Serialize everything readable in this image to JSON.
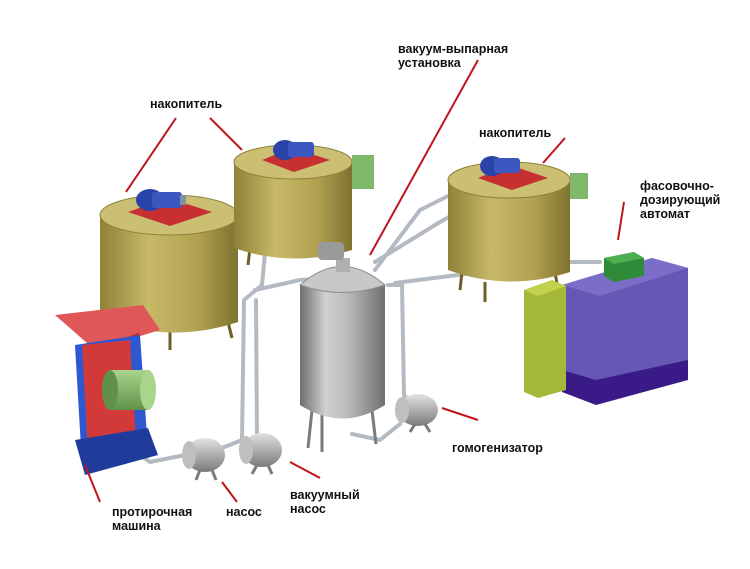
{
  "labels": {
    "storage_tank_left": "накопитель",
    "storage_tank_right": "накопитель",
    "vacuum_evaporator_line1": "вакуум-выпарная",
    "vacuum_evaporator_line2": "установка",
    "filling_machine_line1": "фасовочно-",
    "filling_machine_line2": "дозирующий",
    "filling_machine_line3": "автомат",
    "homogenizer": "гомогенизатор",
    "wiping_machine_line1": "протирочная",
    "wiping_machine_line2": "машина",
    "pump": "насос",
    "vacuum_pump_line1": "вакуумный",
    "vacuum_pump_line2": "насос"
  },
  "colors": {
    "leader_line": "#c0141c",
    "tank_body": "#b4a553",
    "tank_lid": "#cbbf74",
    "motor": "#2a43a8",
    "evaporator": "#a6a6a6",
    "pipe": "#b5bcc4",
    "filler_body": "#6458b4",
    "filler_base": "#3a1a86",
    "filler_panel": "#a6b83a",
    "hopper": "#e0575a",
    "wiper_frame": "#2e58d2",
    "wiper_body": "#d23a3a",
    "wiper_drum": "#86b86a"
  }
}
